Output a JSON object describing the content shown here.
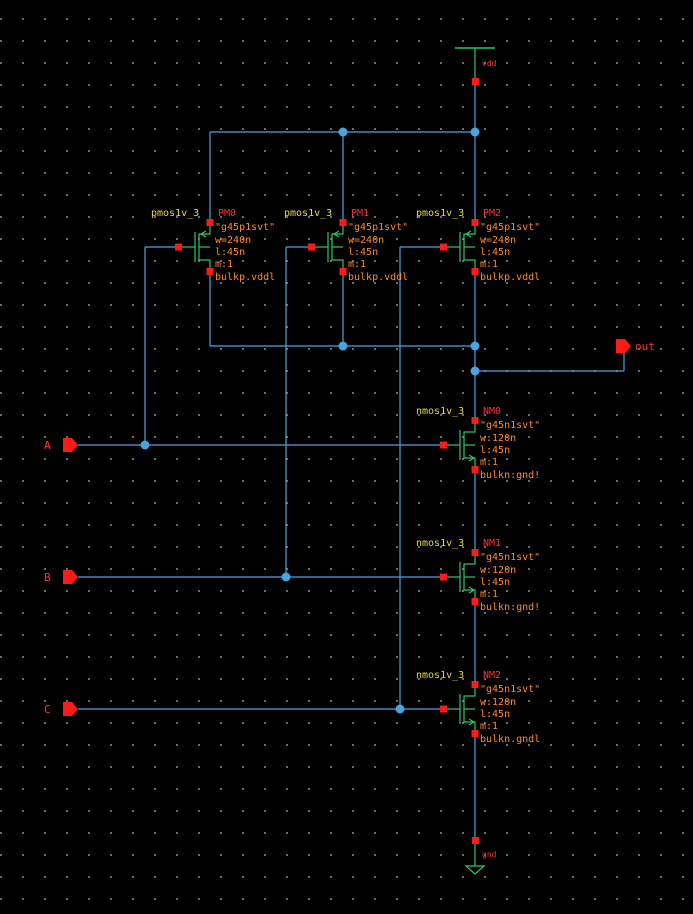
{
  "supply": {
    "vdd": "vdd",
    "gnd": "gnd"
  },
  "inputs": [
    {
      "name": "A"
    },
    {
      "name": "B"
    },
    {
      "name": "C"
    }
  ],
  "output": {
    "name": "out"
  },
  "pmos": [
    {
      "type": "pmos1v_3",
      "name": "PM0",
      "model": "\"g45p1svt\"",
      "w": "w=240n",
      "l": "l:45n",
      "m": "m:1",
      "bulk": "bulkp.vddl"
    },
    {
      "type": "pmos1v_3",
      "name": "PM1",
      "model": "\"g45p1svt\"",
      "w": "w=240n",
      "l": "l:45n",
      "m": "m:1",
      "bulk": "bulkp.vddl"
    },
    {
      "type": "pmos1v_3",
      "name": "PM2",
      "model": "\"g45p1svt\"",
      "w": "w=240n",
      "l": "l:45n",
      "m": "m:1",
      "bulk": "bulkp.vddl"
    }
  ],
  "nmos": [
    {
      "type": "nmos1v_3",
      "name": "NM0",
      "model": "\"g45n1svt\"",
      "w": "w:120n",
      "l": "l:45n",
      "m": "m:1",
      "bulk": "bulkn:gnd!"
    },
    {
      "type": "nmos1v_3",
      "name": "NM1",
      "model": "\"g45n1svt\"",
      "w": "w:120n",
      "l": "l:45n",
      "m": "m:1",
      "bulk": "bulkn:gnd!"
    },
    {
      "type": "nmos1v_3",
      "name": "NM2",
      "model": "\"g45n1svt\"",
      "w": "w:120n",
      "l": "l:45n",
      "m": "m:1",
      "bulk": "bulkn.gndl"
    }
  ],
  "colors": {
    "wire": "#4aa3e0",
    "device": "#2fc46a",
    "pin": "#ff1a1a",
    "instance": "#e8d84a",
    "params": "#ff8a2a"
  }
}
